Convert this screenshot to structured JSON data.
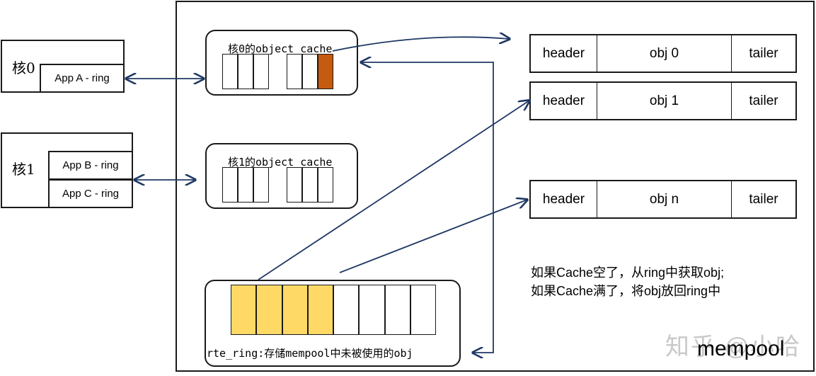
{
  "cores": [
    {
      "label": "核0",
      "apps": [
        "App A - ring"
      ]
    },
    {
      "label": "核1",
      "apps": [
        "App B - ring",
        "App C - ring"
      ]
    }
  ],
  "caches": [
    {
      "title": "核0的object cache",
      "highlight_color": "#c55a11"
    },
    {
      "title": "核1的object cache"
    }
  ],
  "ring": {
    "label": "rte_ring:存储mempool中未被使用的obj",
    "filled_slots": 4,
    "total_slots": 8,
    "fill_color": "#ffd966"
  },
  "objects": [
    {
      "header": "header",
      "obj": "obj 0",
      "tailer": "tailer"
    },
    {
      "header": "header",
      "obj": "obj 1",
      "tailer": "tailer"
    },
    {
      "header": "header",
      "obj": "obj n",
      "tailer": "tailer"
    }
  ],
  "notes": [
    "如果Cache空了，从ring中获取obj;",
    "如果Cache满了，将obj放回ring中"
  ],
  "mempool_label": "mempool",
  "watermark": "知乎 @小哈",
  "colors": {
    "line": "#1f3864",
    "border": "#1a1a1a"
  }
}
